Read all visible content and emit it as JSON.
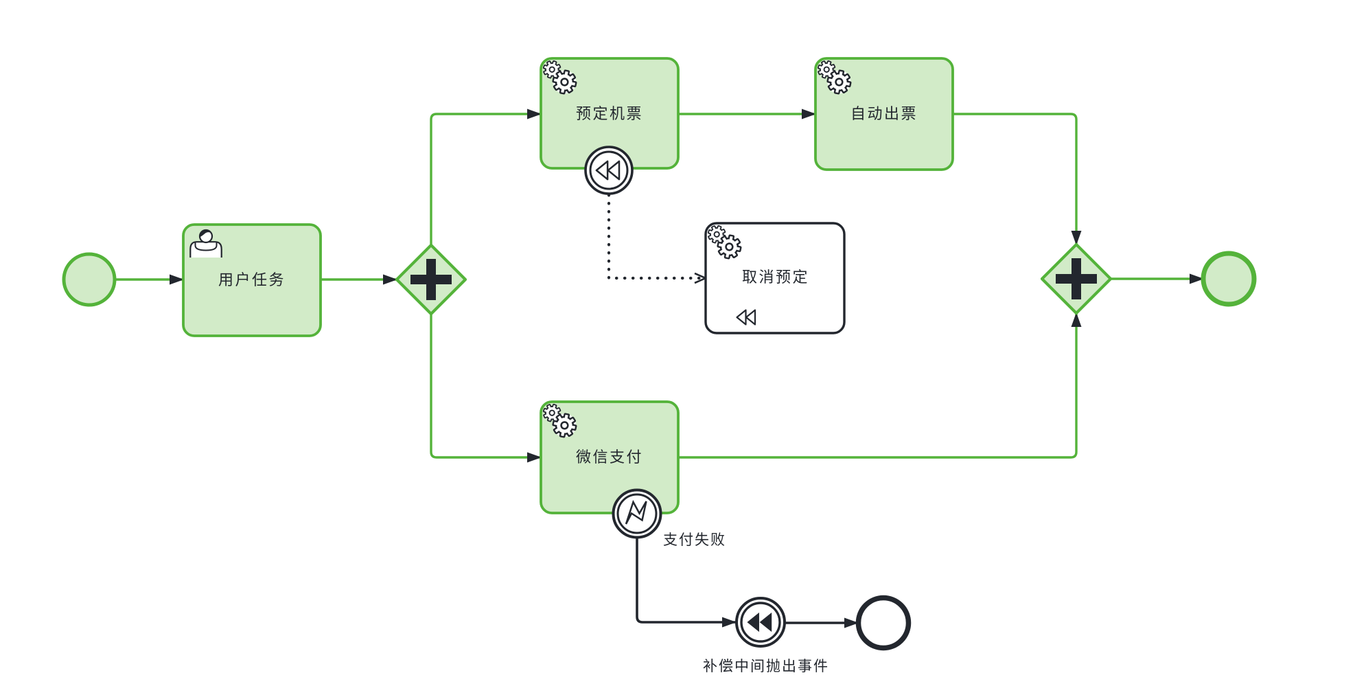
{
  "colors": {
    "green": "#54b33a",
    "green_fill": "#d2ebc8",
    "dark": "#23272e",
    "bg": "#ffffff"
  },
  "nodes": {
    "user_task": {
      "label": "用户任务"
    },
    "book_ticket_task": {
      "label": "预定机票"
    },
    "auto_issue_task": {
      "label": "自动出票"
    },
    "cancel_booking_task": {
      "label": "取消预定"
    },
    "wechat_pay_task": {
      "label": "微信支付"
    }
  },
  "labels": {
    "payment_failed": "支付失败",
    "compensation_throw": "补偿中间抛出事件"
  }
}
